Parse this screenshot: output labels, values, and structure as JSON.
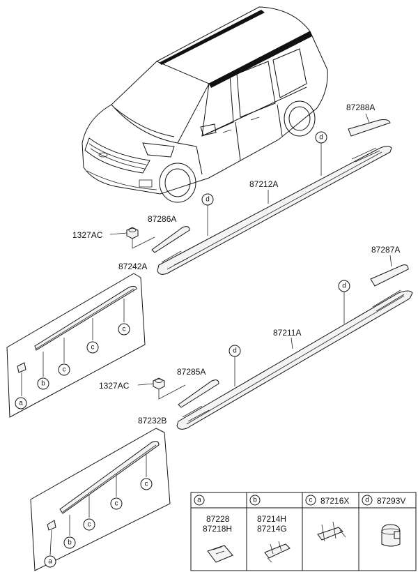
{
  "callouts": {
    "p87288A": "87288A",
    "p87212A": "87212A",
    "p87286A": "87286A",
    "p1327AC_top": "1327AC",
    "p87242A": "87242A",
    "p87287A": "87287A",
    "p87211A": "87211A",
    "p87285A": "87285A",
    "p1327AC_bot": "1327AC",
    "p87232B": "87232B"
  },
  "markers": {
    "a": "a",
    "b": "b",
    "c": "c",
    "d": "d"
  },
  "legend": {
    "cols": [
      {
        "key": "a",
        "header_code": "",
        "parts": [
          "87228",
          "87218H"
        ]
      },
      {
        "key": "b",
        "header_code": "",
        "parts": [
          "87214H",
          "87214G"
        ]
      },
      {
        "key": "c",
        "header_code": "87216X",
        "parts": []
      },
      {
        "key": "d",
        "header_code": "87293V",
        "parts": []
      }
    ]
  }
}
